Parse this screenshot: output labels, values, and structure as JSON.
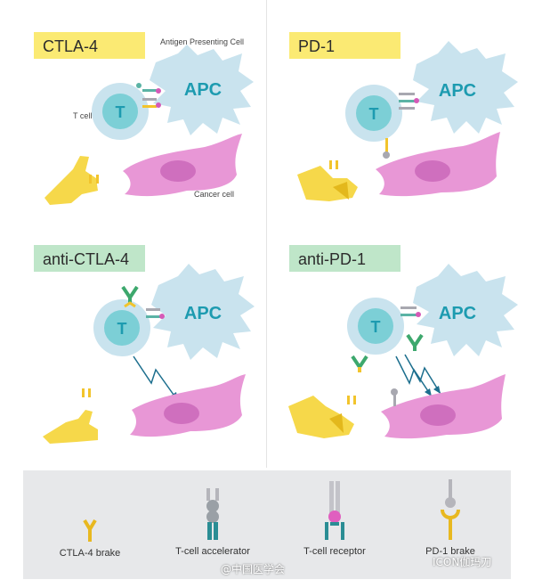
{
  "panels": {
    "ctla4": {
      "title": "CTLA-4",
      "apc_caption": "Antigen Presenting Cell",
      "tcell_caption": "T cell",
      "cancer_caption": "Cancer cell",
      "apc": "APC",
      "t": "T"
    },
    "pd1": {
      "title": "PD-1",
      "apc": "APC",
      "t": "T"
    },
    "anti_ctla4": {
      "title": "anti-CTLA-4",
      "apc": "APC",
      "t": "T"
    },
    "anti_pd1": {
      "title": "anti-PD-1",
      "apc": "APC",
      "t": "T"
    }
  },
  "legend": {
    "items": [
      {
        "label": "CTLA-4 brake",
        "icon": "ctla4-brake-icon"
      },
      {
        "label": "T-cell accelerator",
        "icon": "tcell-accelerator-icon"
      },
      {
        "label": "T-cell receptor",
        "icon": "tcell-receptor-icon"
      },
      {
        "label": "PD-1 brake",
        "icon": "pd1-brake-icon"
      }
    ]
  },
  "watermarks": {
    "left": "@中国医学会",
    "right": "ICON伽玛刀"
  },
  "colors": {
    "yellow_tag": "#fbea73",
    "green_tag": "#bfe6c9",
    "apc": "#c9e3ee",
    "tcell": "#7ccfd6",
    "cancer": "#e897d6",
    "brake": "#f2c42c",
    "arrow": "#1d6f8e"
  }
}
